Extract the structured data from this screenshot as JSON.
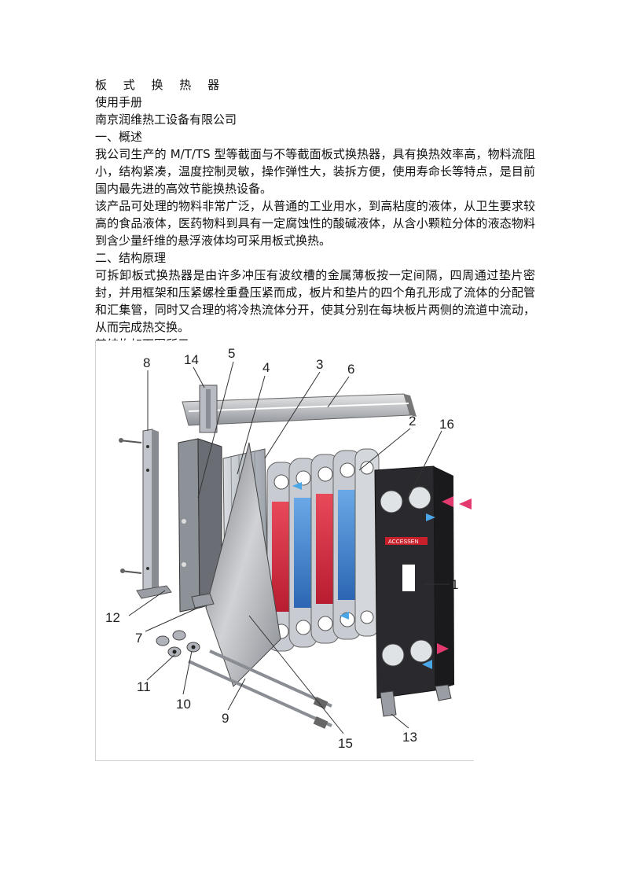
{
  "doc": {
    "title": "板 式 换 热 器",
    "subtitle": "使用手册",
    "company": "南京润维热工设备有限公司",
    "section1_heading": "一、概述",
    "section1_p1": "我公司生产的 M/T/TS 型等截面与不等截面板式换热器，具有换热效率高，物料流阻小，结构紧凑，温度控制灵敏，操作弹性大，装拆方便，使用寿命长等特点，是目前国内最先进的高效节能换热设备。",
    "section1_p2": "该产品可处理的物料非常广泛，从普通的工业用水，到高粘度的液体，从卫生要求较高的食品液体，医药物料到具有一定腐蚀性的酸碱液体，从含小颗粒分体的液态物料到含少量纤维的悬浮液体均可采用板式换热。",
    "section2_heading": "二、结构原理",
    "section2_p1": "可拆卸板式换热器是由许多冲压有波纹槽的金属薄板按一定间隔，四周通过垫片密封，并用框架和压紧螺栓重叠压紧而成，板片和垫片的四个角孔形成了流体的分配管和汇集管，同时又合理的将冷热流体分开，使其分别在每块板片两侧的流道中流动，从而完成热交换。",
    "figure_caption": "其结构如下图所示："
  },
  "figure": {
    "brand_text": "ACCESSEN",
    "callouts": [
      "8",
      "14",
      "5",
      "4",
      "3",
      "6",
      "2",
      "16",
      "1",
      "12",
      "7",
      "11",
      "10",
      "9",
      "15",
      "13"
    ],
    "colors": {
      "hot": "#e02a3c",
      "cold": "#3a82d0",
      "frame": "#2a2a2e",
      "hot_arrow": "#e23a6e",
      "cold_arrow": "#4aa6e6"
    }
  }
}
